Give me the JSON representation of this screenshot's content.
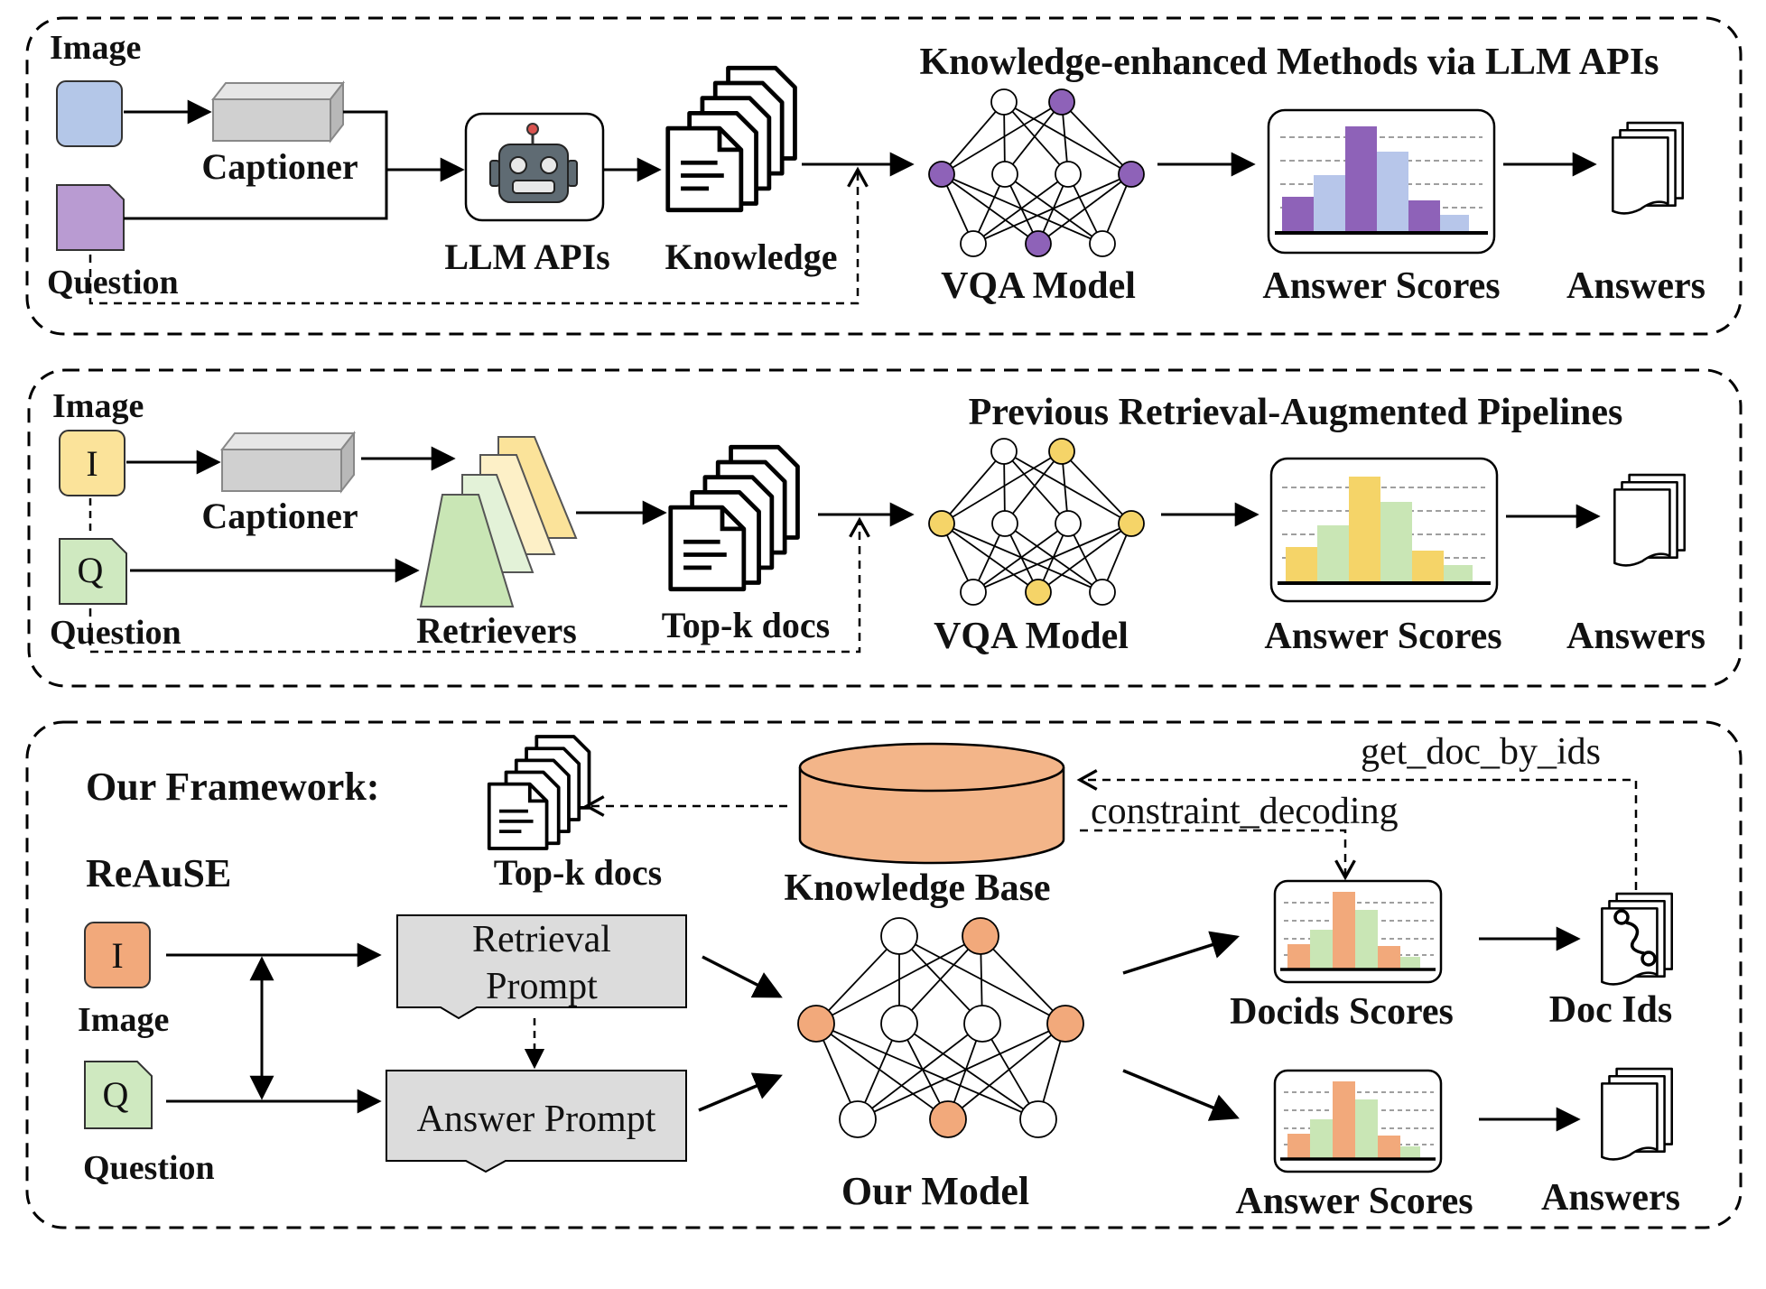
{
  "panels": {
    "top": {
      "title": "Knowledge-enhanced Methods via LLM APIs",
      "image_label": "Image",
      "question_label": "Question",
      "captioner_label": "Captioner",
      "llm_label": "LLM APIs",
      "knowledge_label": "Knowledge",
      "vqa_label": "VQA Model",
      "scores_label": "Answer Scores",
      "answers_label": "Answers",
      "accent": "#8e62b8",
      "accent_light": "#b7c6ea",
      "image_color": "#b4c7e8",
      "question_color": "#b99bd2"
    },
    "middle": {
      "title": "Previous Retrieval-Augmented Pipelines",
      "image_label": "Image",
      "question_label": "Question",
      "image_letter": "I",
      "question_letter": "Q",
      "captioner_label": "Captioner",
      "retrievers_label": "Retrievers",
      "topk_label": "Top-k docs",
      "vqa_label": "VQA Model",
      "scores_label": "Answer Scores",
      "answers_label": "Answers",
      "accent": "#f5d468",
      "accent_light": "#c9e6b5",
      "image_color": "#fbe39a",
      "question_color": "#cfe9c0"
    },
    "bottom": {
      "framework_label": "Our Framework:",
      "method_label": "ReAuSE",
      "image_letter": "I",
      "question_letter": "Q",
      "image_label": "Image",
      "question_label": "Question",
      "topk_label": "Top-k  docs",
      "retrieval_prompt_line1": "Retrieval",
      "retrieval_prompt_line2": "Prompt",
      "answer_prompt_label": "Answer Prompt",
      "kb_label": "Knowledge Base",
      "get_doc_label": "get_doc_by_ids",
      "constraint_label": "constraint_decoding",
      "model_label": "Our Model",
      "docid_scores_label": "Docids Scores",
      "doc_ids_label": "Doc Ids",
      "scores_label": "Answer Scores",
      "answers_label": "Answers",
      "accent": "#f2a97b",
      "accent_light": "#c9e6b5",
      "kb_color": "#f3b589"
    }
  },
  "icons": [
    "robot-icon",
    "document-stack-icon",
    "neural-network-icon",
    "bar-chart-icon",
    "database-icon",
    "link-icon"
  ]
}
